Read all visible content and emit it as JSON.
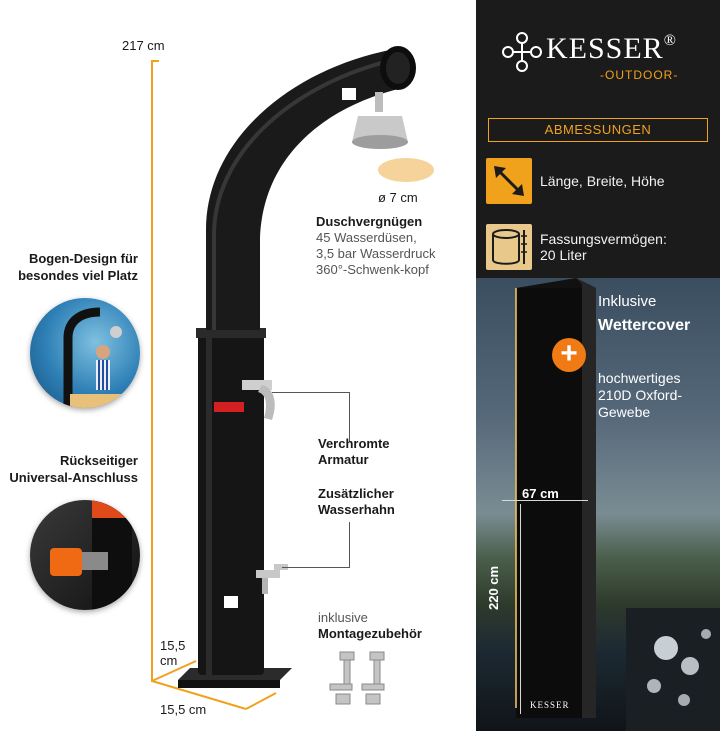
{
  "dimensions": {
    "height": "217 cm",
    "base_depth": "15,5\ncm",
    "base_width": "15,5 cm",
    "shower_head_diameter": "ø 7 cm"
  },
  "features_left": {
    "curved_design": "Bogen-Design für\nbesondes viel Platz",
    "rear_connection": "Rückseitiger\nUniversal-Anschluss"
  },
  "features_center": {
    "shower_title": "Duschvergnügen",
    "shower_lines": [
      "45 Wasserdüsen,",
      "3,5 bar Wasserdruck",
      "360°-Schwenk-kopf"
    ],
    "chrome_fitting": "Verchromte\nArmatur",
    "extra_tap": "Zusätzlicher\nWasserhahn",
    "accessories_prefix": "inklusive",
    "accessories": "Montagezubehör"
  },
  "brand": {
    "name": "KESSER",
    "registered": "®",
    "subtitle": "-OUTDOOR-",
    "accent_color": "#f0a21d"
  },
  "specs": {
    "section_title": "ABMESSUNGEN",
    "dimensions_label": "Länge, Breite, Höhe",
    "capacity_label": "Fassungsvermögen:",
    "capacity_value": "20 Liter",
    "dimensions_icon": "diagonal-arrow-icon",
    "capacity_icon": "cylinder-ruler-icon"
  },
  "cover": {
    "intro": "Inklusive",
    "title": "Wettercover",
    "material_lines": [
      "hochwertiges",
      "210D Oxford-",
      "Gewebe"
    ],
    "width": "67 cm",
    "height": "220 cm",
    "logo": "KESSER"
  }
}
